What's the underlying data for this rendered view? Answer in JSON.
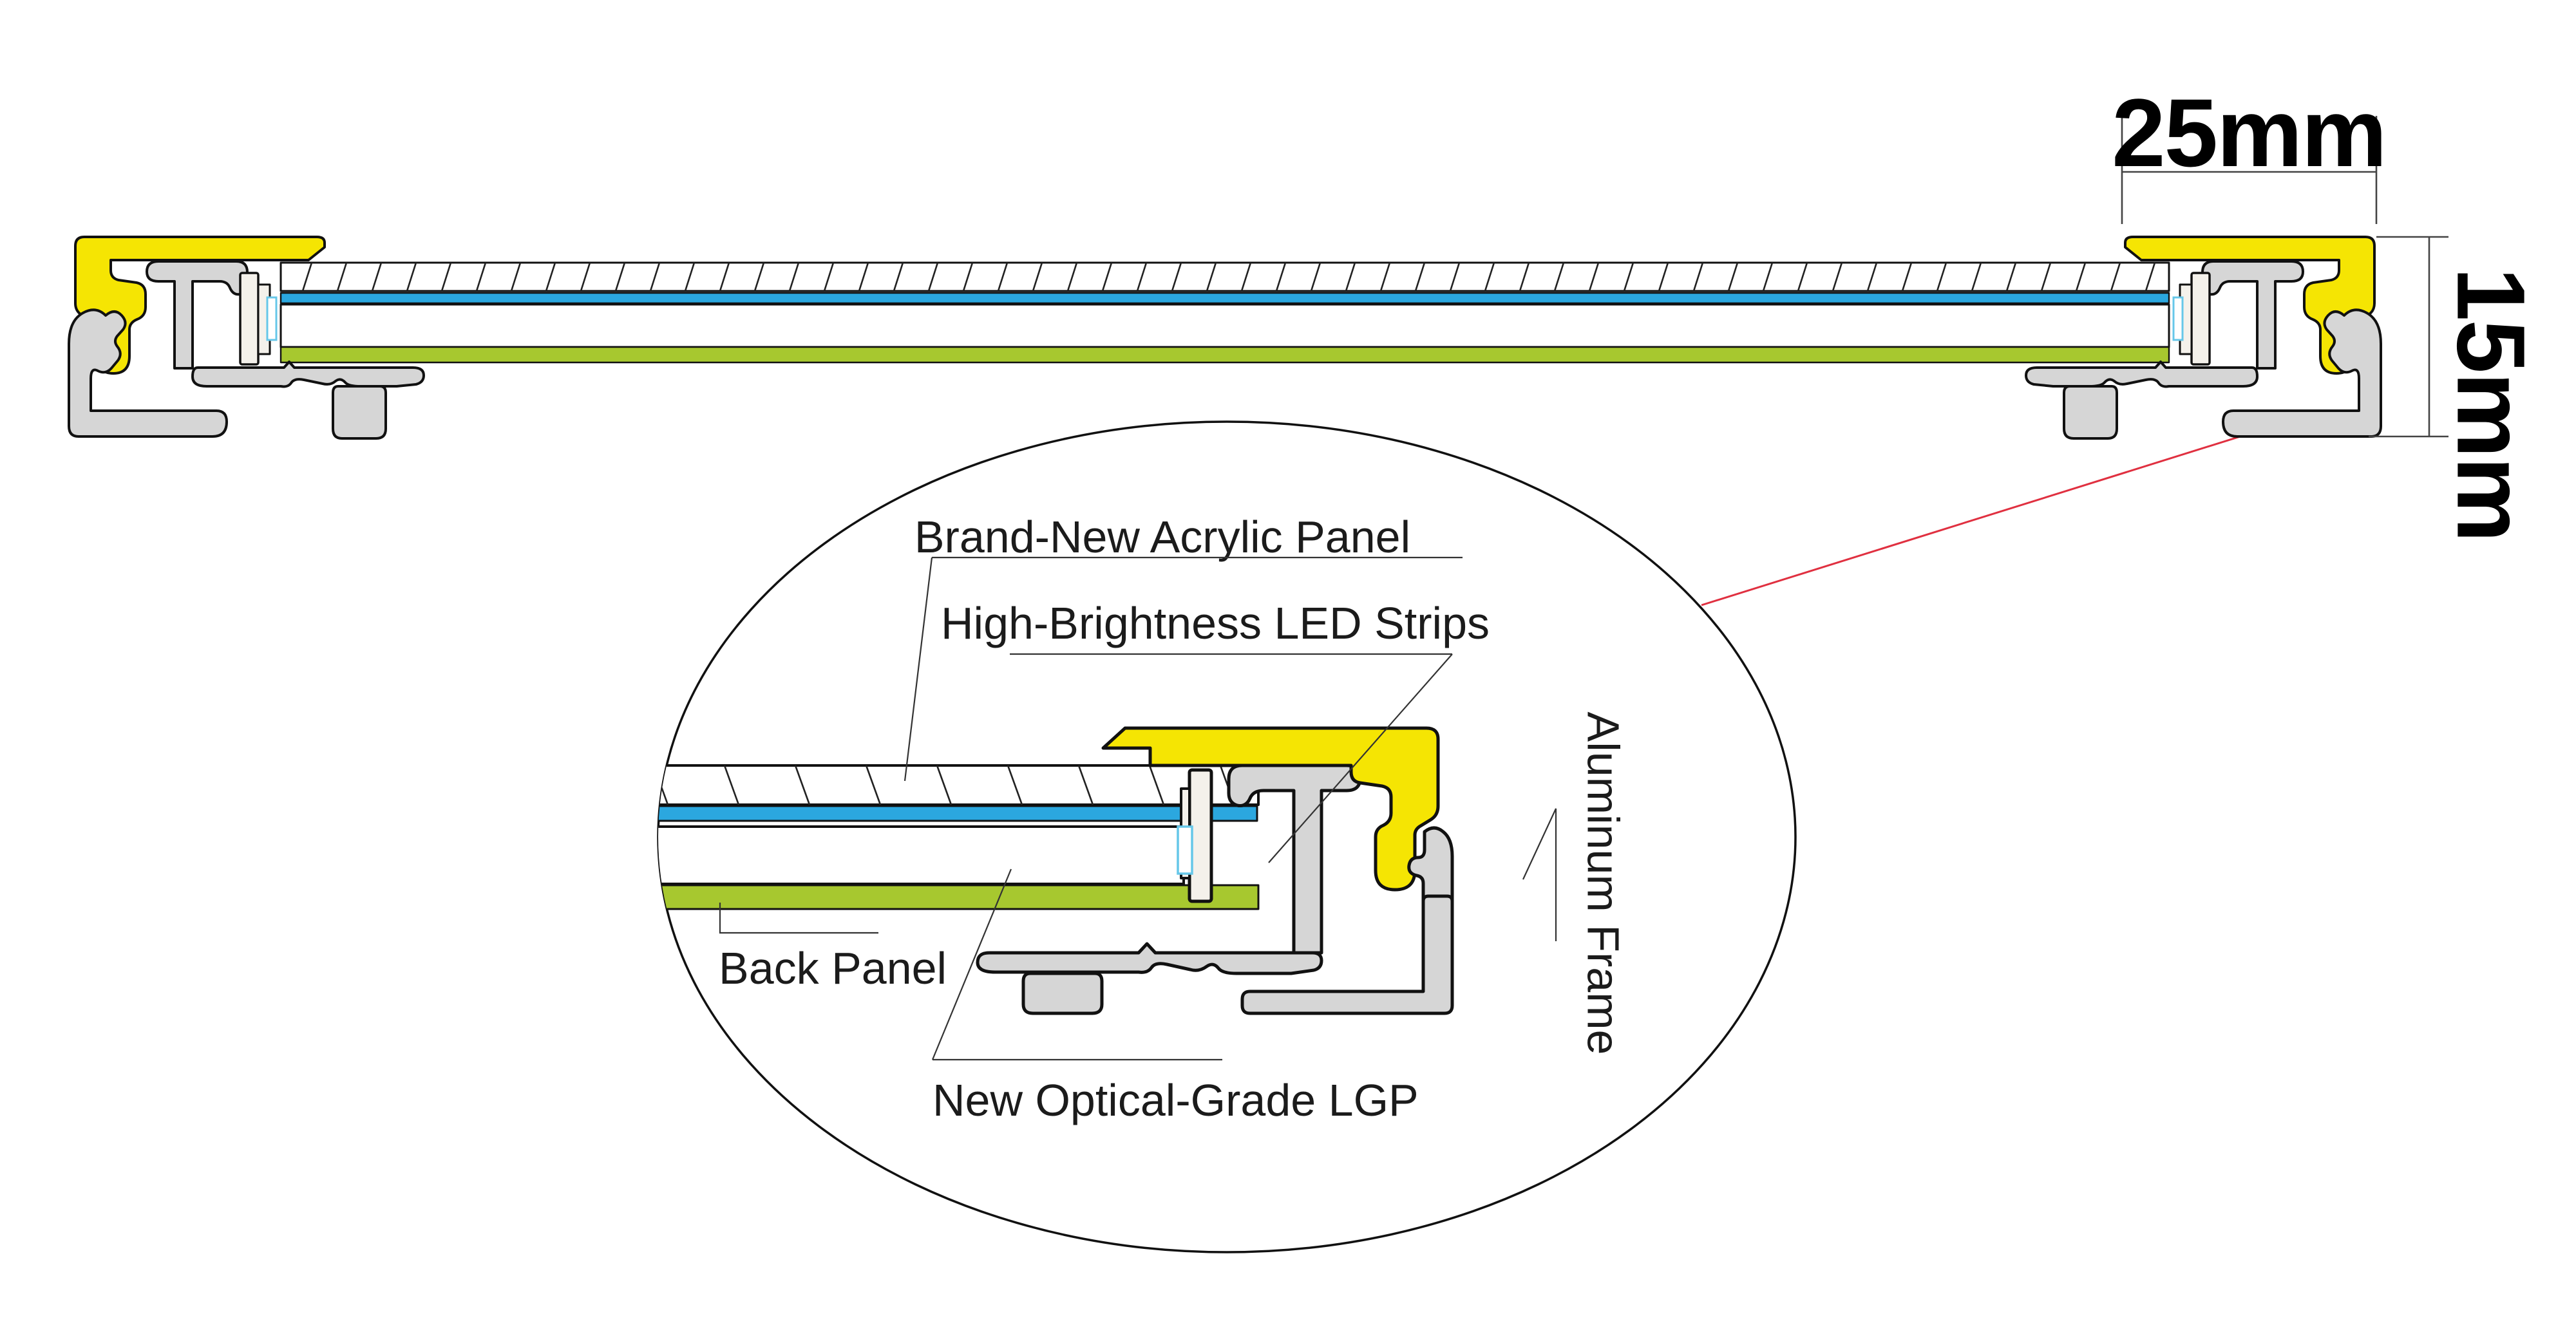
{
  "diagram": {
    "type": "cross-section",
    "subject": "slim LED light box aluminum frame profile"
  },
  "dimensions": {
    "frame_width": "25mm",
    "frame_height": "15mm"
  },
  "detail_labels": {
    "acrylic": "Brand-New Acrylic Panel",
    "led": "High-Brightness LED Strips",
    "aluminum": "Aluminum Frame",
    "back_panel": "Back Panel",
    "lgp": "New Optical-Grade LGP"
  },
  "colors": {
    "yellow": "#F5E503",
    "blue": "#2BA7DF",
    "green": "#A7C82F",
    "gray": "#D6D6D6",
    "ledwhite": "#F4F1EB",
    "red": "#E03040",
    "chipcyan": "#66C7E9"
  }
}
